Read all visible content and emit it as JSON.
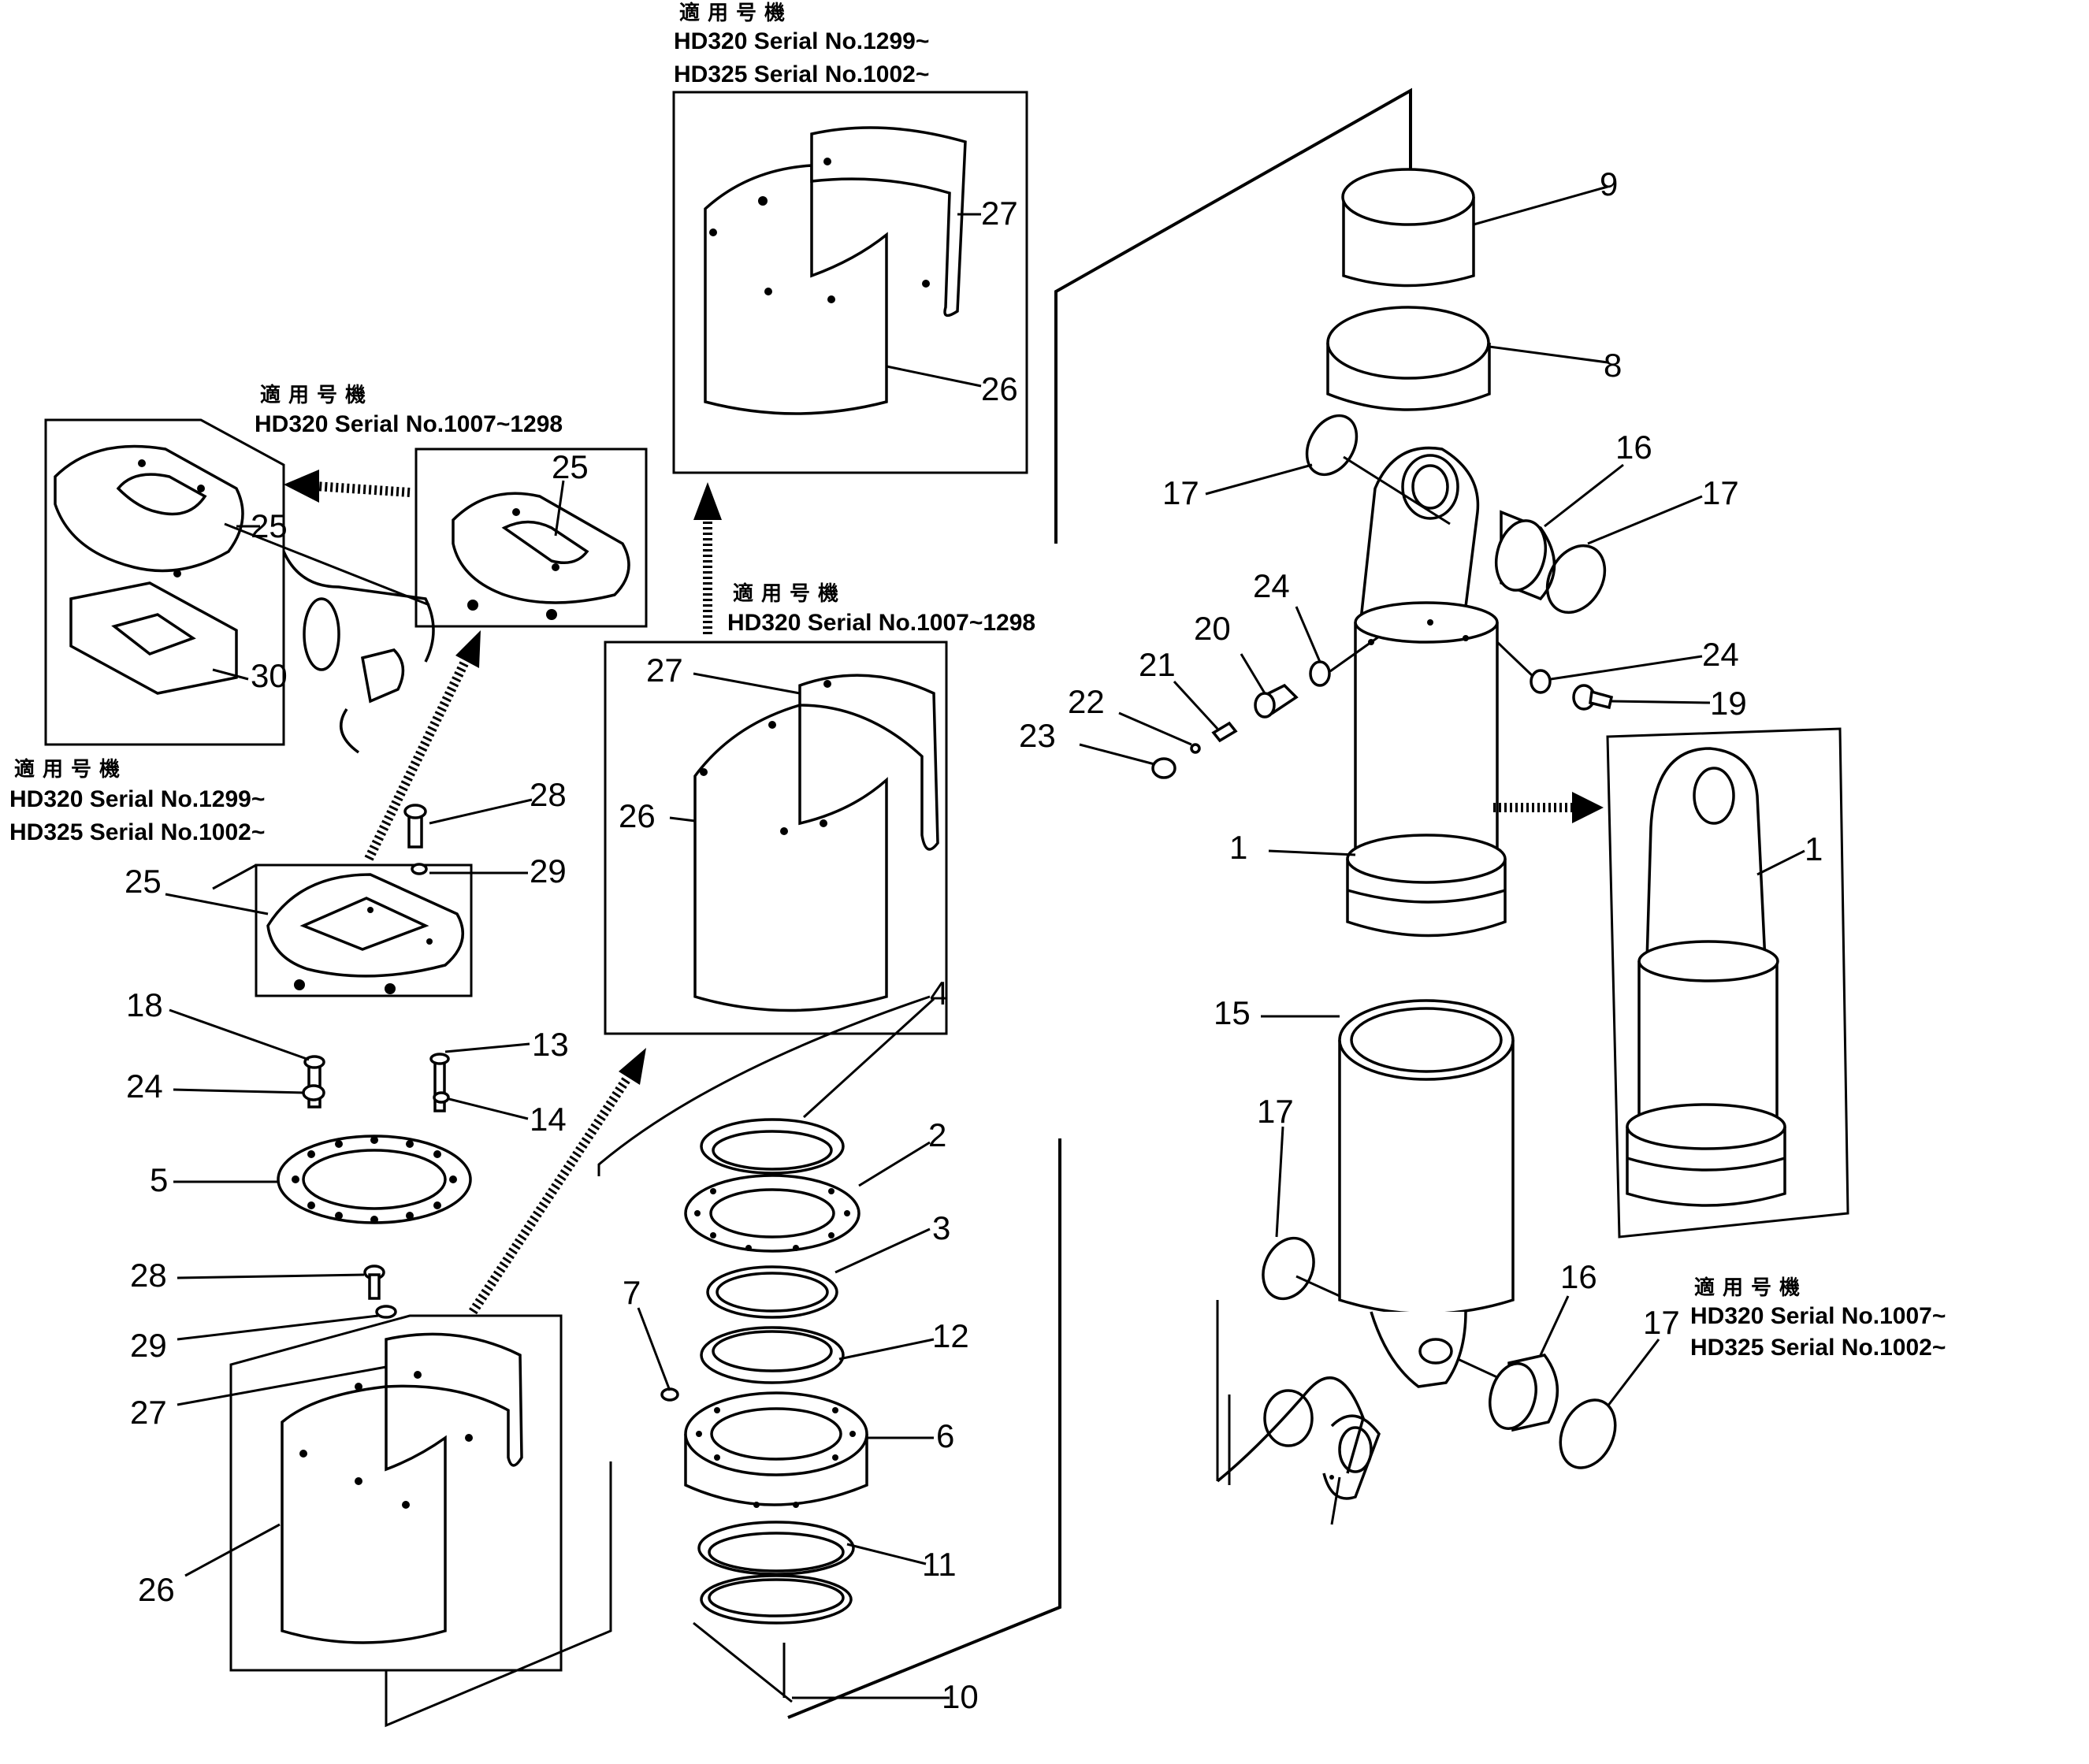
{
  "applicability_notes": [
    {
      "id": "note-top",
      "title": "適用号機",
      "lines": [
        "HD320 Serial No.1299~",
        "HD325 Serial No.1002~"
      ]
    },
    {
      "id": "note-upper-left",
      "title": "適用号機",
      "lines": [
        "HD320 Serial No.1007~1298"
      ]
    },
    {
      "id": "note-left",
      "title": "適用号機",
      "lines": [
        "HD320 Serial No.1299~",
        "HD325 Serial No.1002~"
      ]
    },
    {
      "id": "note-center",
      "title": "適用号機",
      "lines": [
        "HD320 Serial No.1007~1298"
      ]
    },
    {
      "id": "note-right",
      "title": "適用号機",
      "lines": [
        "HD320 Serial No.1007~",
        "HD325 Serial No.1002~"
      ]
    }
  ],
  "callouts": {
    "c9": "9",
    "c8": "8",
    "c17a": "17",
    "c16a": "16",
    "c17b": "17",
    "c24a": "24",
    "c20": "20",
    "c21": "21",
    "c22": "22",
    "c23": "23",
    "c24b": "24",
    "c19": "19",
    "c1a": "1",
    "c1b": "1",
    "c15": "15",
    "c17c": "17",
    "c16b": "16",
    "c17d": "17",
    "c27a": "27",
    "c26a": "26",
    "c25a": "25",
    "c30": "30",
    "c25b": "25",
    "c27b": "27",
    "c26b": "26",
    "c28a": "28",
    "c29a": "29",
    "c25c": "25",
    "c18": "18",
    "c13": "13",
    "c24c": "24",
    "c14": "14",
    "c5": "5",
    "c4": "4",
    "c2": "2",
    "c3": "3",
    "c7": "7",
    "c12": "12",
    "c6": "6",
    "c11": "11",
    "c10": "10",
    "c28b": "28",
    "c29b": "29",
    "c27c": "27",
    "c26c": "26"
  }
}
